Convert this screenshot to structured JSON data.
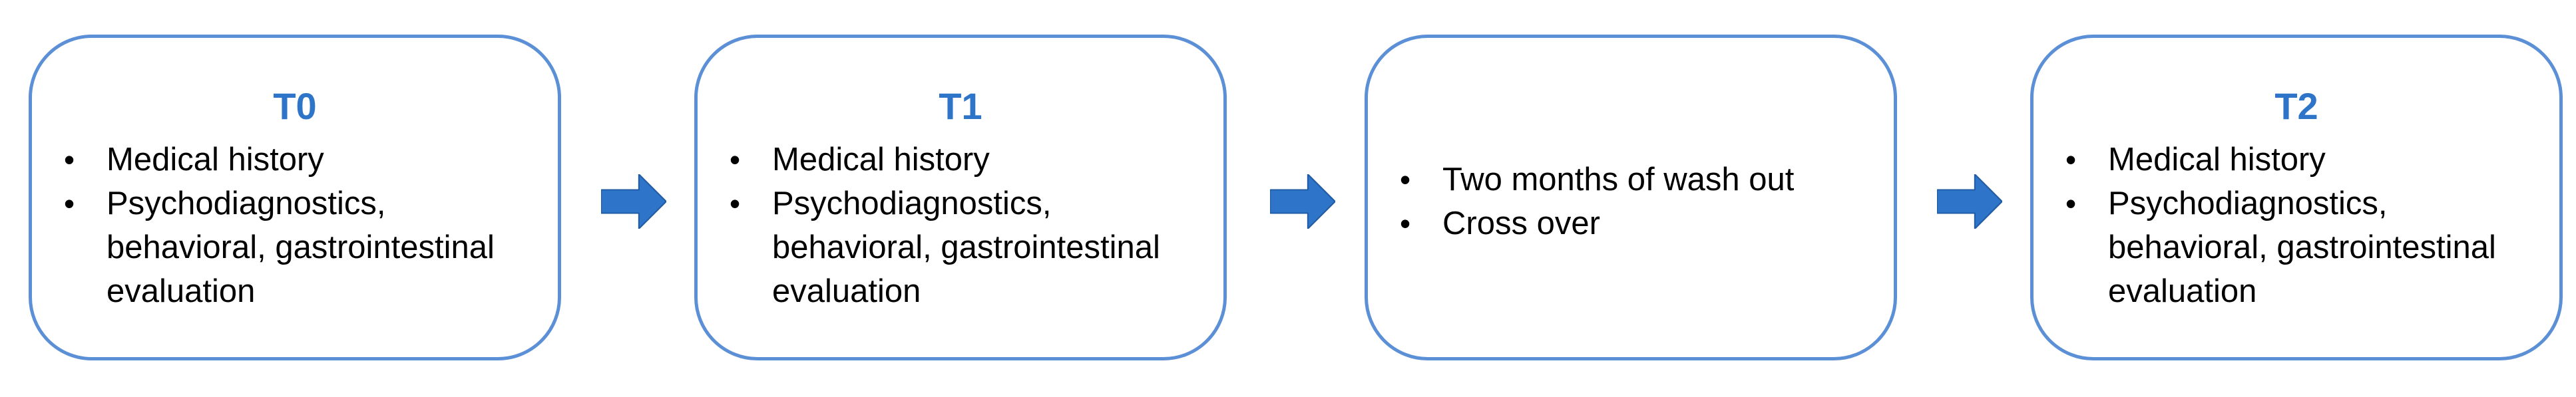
{
  "steps": [
    {
      "title": "T0",
      "items": [
        "Medical history",
        "Psychodiagnostics, behavioral, gastrointestinal evaluation"
      ]
    },
    {
      "title": "T1",
      "items": [
        "Medical history",
        "Psychodiagnostics, behavioral, gastrointestinal evaluation"
      ]
    },
    {
      "title": "",
      "items": [
        "Two months of wash out",
        "Cross over"
      ]
    },
    {
      "title": "T2",
      "items": [
        "Medical history",
        "Psychodiagnostics, behavioral, gastrointestinal evaluation"
      ]
    }
  ],
  "colors": {
    "box_border": "#5b8fd6",
    "title": "#2e74c8",
    "arrow": "#2e74c8",
    "text": "#000000"
  },
  "icons": {
    "connector": "arrow-right-icon",
    "bullet": "bullet-icon"
  }
}
